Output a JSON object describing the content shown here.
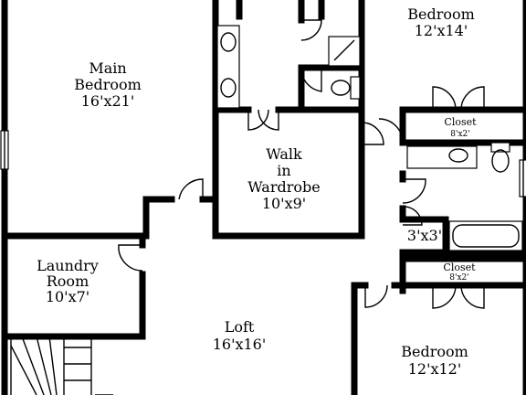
{
  "rooms": {
    "main_bedroom": {
      "name_1": "Main",
      "name_2": "Bedroom",
      "size": "16'x21'"
    },
    "bedroom_top": {
      "name": "Bedroom",
      "size": "12'x14'"
    },
    "closet_top": {
      "name": "Closet",
      "size": "8'x2'"
    },
    "walk_in": {
      "name_1": "Walk",
      "name_2": "in",
      "name_3": "Wardrobe",
      "size": "10'x9'"
    },
    "small_closet": {
      "size": "3'x3'"
    },
    "closet_bottom": {
      "name": "Closet",
      "size": "8'x2'"
    },
    "laundry": {
      "name_1": "Laundry",
      "name_2": "Room",
      "size": "10'x7'"
    },
    "loft": {
      "name": "Loft",
      "size": "16'x16'"
    },
    "bedroom_bottom": {
      "name": "Bedroom",
      "size": "12'x12'"
    }
  }
}
